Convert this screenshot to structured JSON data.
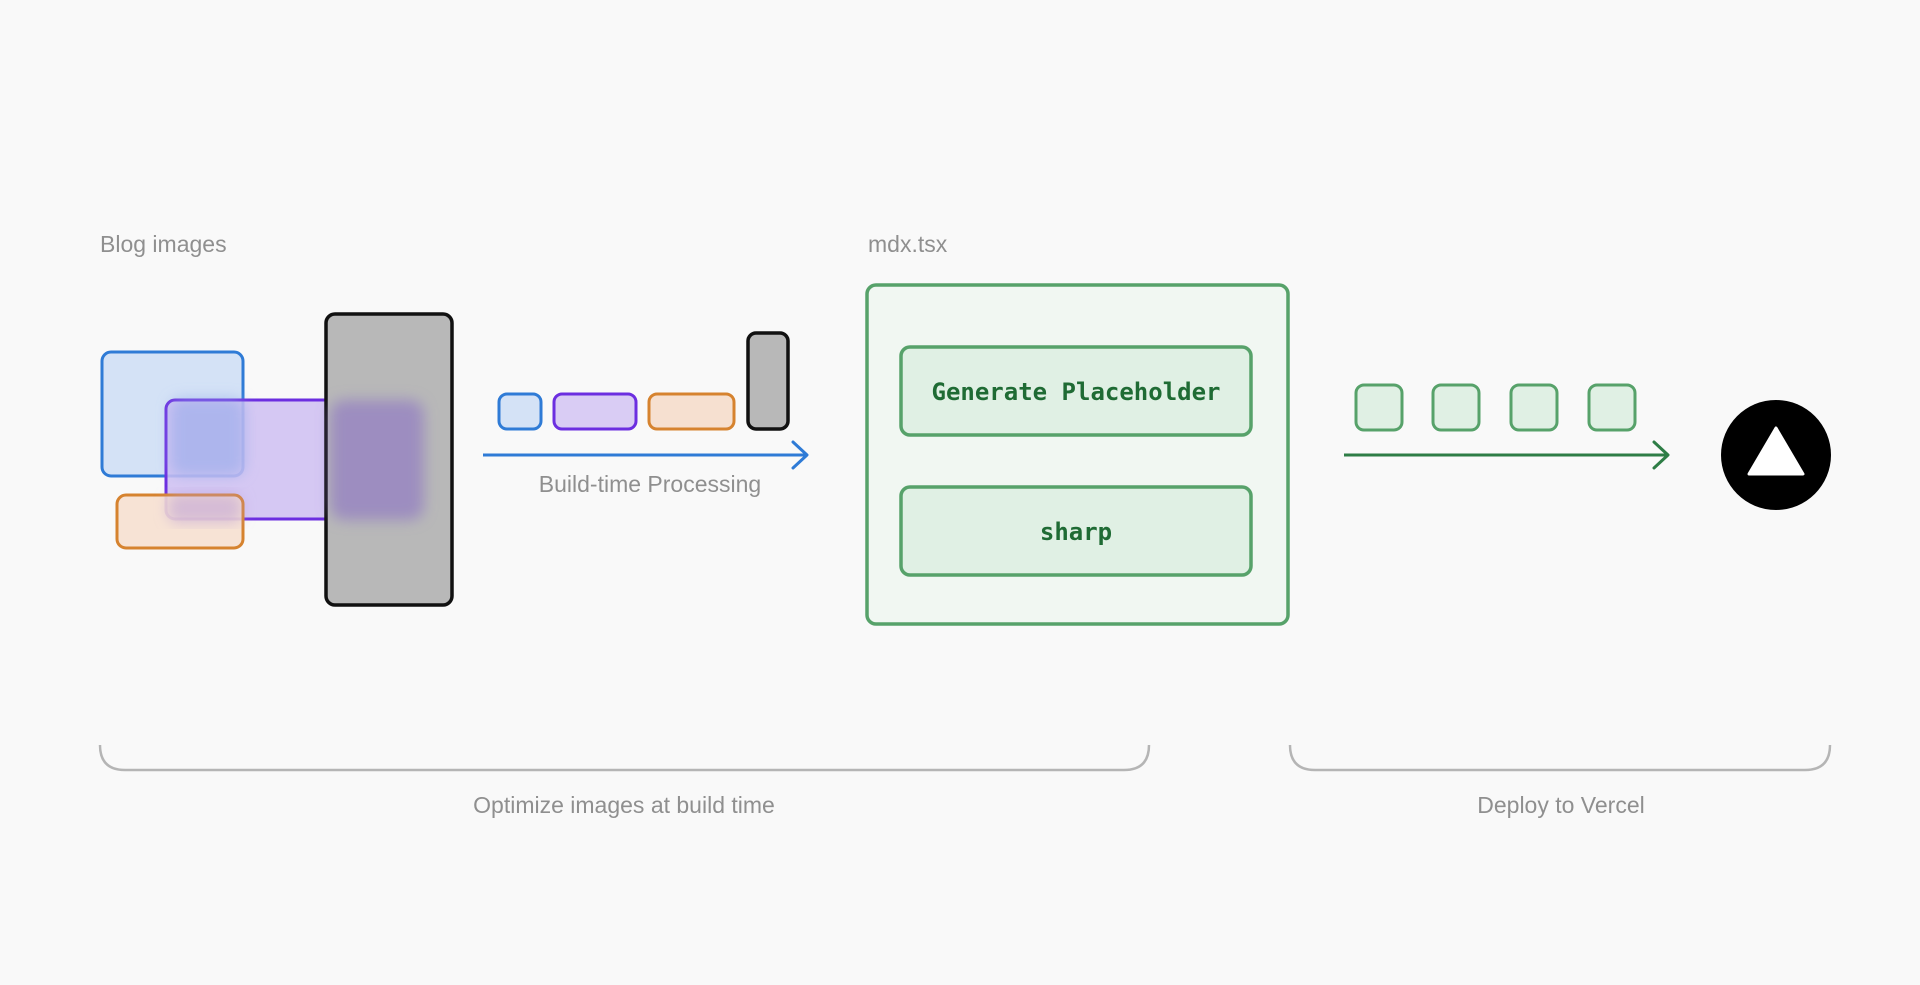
{
  "labels": {
    "blog_images": "Blog images",
    "build_processing": "Build-time Processing",
    "mdx_file": "mdx.tsx",
    "optimize_group": "Optimize images at build time",
    "deploy_group": "Deploy to Vercel"
  },
  "mdx_box": {
    "step1": "Generate Placeholder",
    "step2": "sharp"
  },
  "icons": {
    "deploy_logo": "vercel-triangle-icon"
  },
  "colors": {
    "background": "#f9f9f9",
    "blue": "#2f7bd6",
    "purple": "#6c2ee0",
    "orange": "#d6832f",
    "black": "#111111",
    "gray_fill": "#b8b8b8",
    "green": "#57a26a",
    "green_fill": "#e0f0e4",
    "green_text": "#1f6b34",
    "dark_green_arrow": "#2e7d46",
    "label_gray": "#8f8f8f",
    "bracket_gray": "#b5b5b5"
  }
}
